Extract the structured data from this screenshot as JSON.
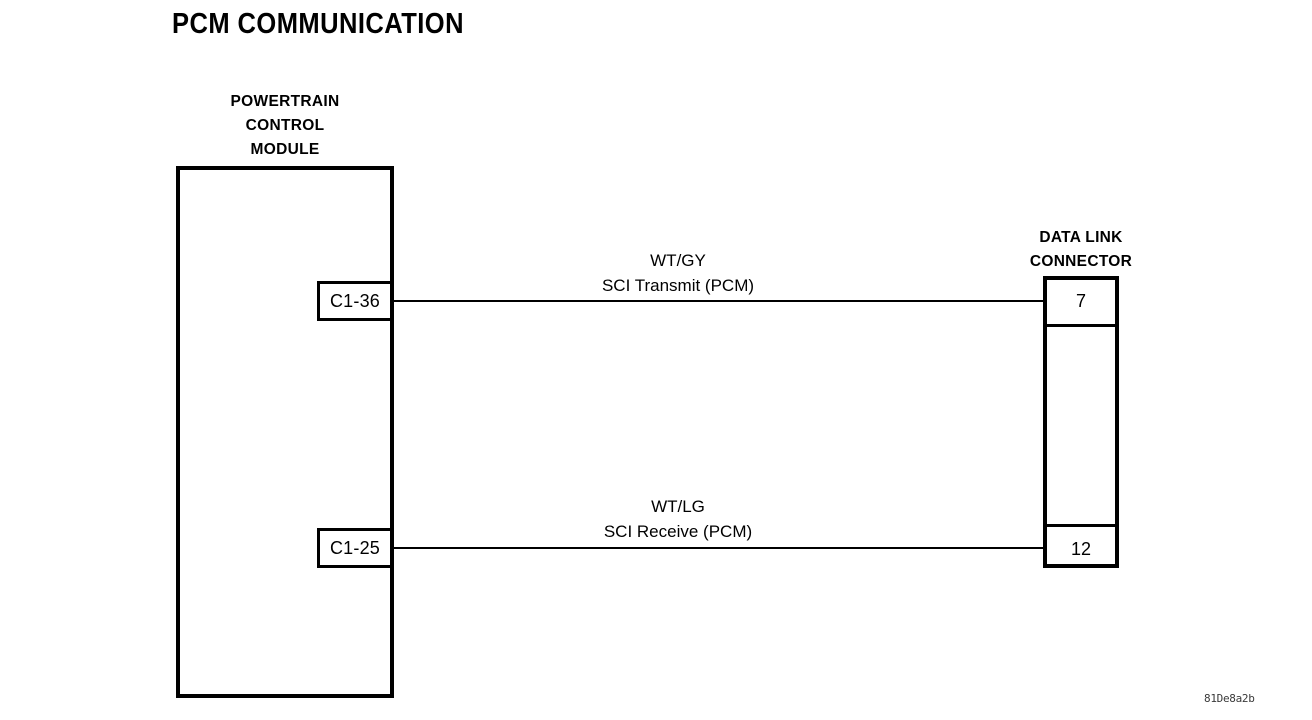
{
  "diagram": {
    "title": "PCM COMMUNICATION",
    "figure_code": "81De8a2b"
  },
  "pcm": {
    "caption_line1": "POWERTRAIN",
    "caption_line2": "CONTROL",
    "caption_line3": "MODULE",
    "pins": [
      {
        "id": "C1-36",
        "label": "C1-36"
      },
      {
        "id": "C1-25",
        "label": "C1-25"
      }
    ]
  },
  "connector": {
    "caption_line1": "DATA LINK",
    "caption_line2": "CONNECTOR",
    "pins": [
      {
        "id": "7",
        "label": "7"
      },
      {
        "id": "12",
        "label": "12"
      }
    ]
  },
  "circuits": [
    {
      "id": "sci-transmit",
      "wire_color": "WT/GY",
      "signal": "SCI Transmit (PCM)",
      "from_pin": "C1-36",
      "to_pin": "7"
    },
    {
      "id": "sci-receive",
      "wire_color": "WT/LG",
      "signal": "SCI Receive (PCM)",
      "from_pin": "C1-25",
      "to_pin": "12"
    }
  ]
}
